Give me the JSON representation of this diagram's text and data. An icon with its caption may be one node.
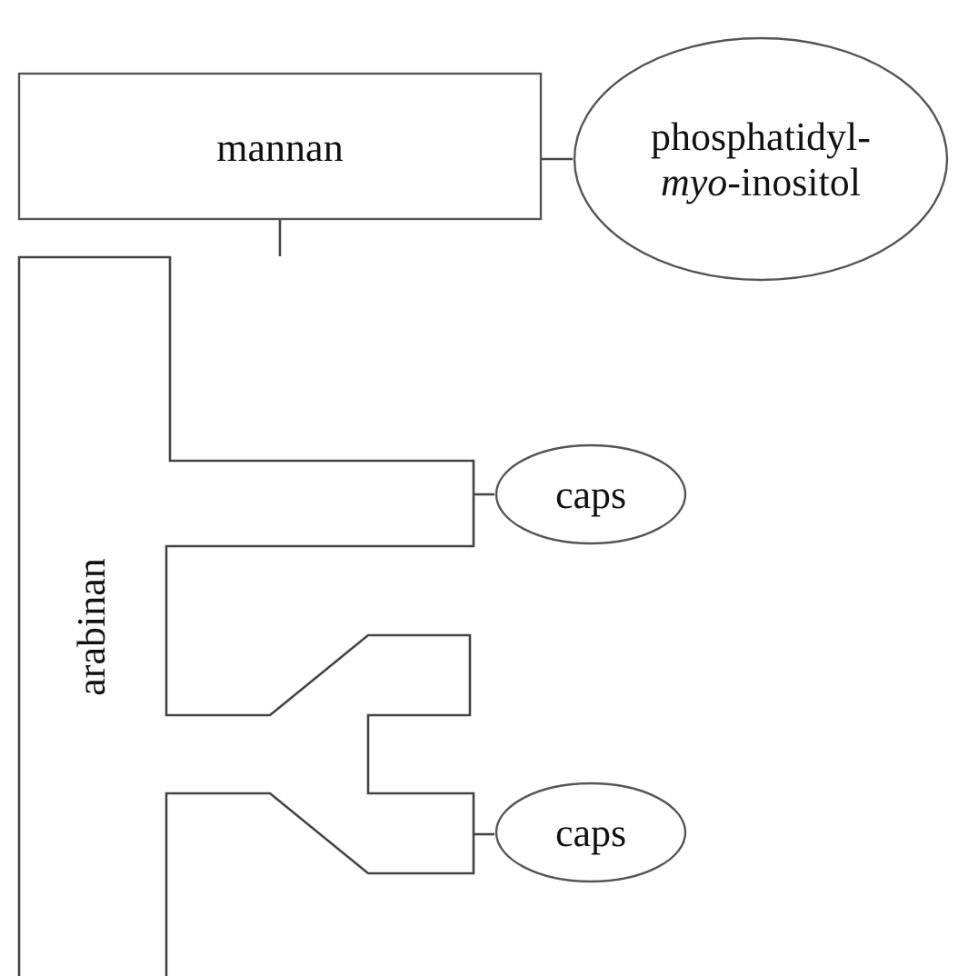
{
  "diagram": {
    "nodes": [
      {
        "text": [
          "mannan"
        ]
      },
      {
        "text": [
          "phosphatidyl-*myo*-inositol"
        ]
      },
      {
        "text": [
          "arabinan"
        ]
      },
      {
        "text": [
          "caps"
        ]
      },
      {
        "text": [
          "caps"
        ]
      }
    ],
    "edges": [
      {
        "from": 0,
        "to": 1,
        "arrow": "none"
      },
      {
        "from": 0,
        "to": 2,
        "arrow": "none"
      },
      {
        "from": 2,
        "to": 3,
        "arrow": "none"
      },
      {
        "from": 2,
        "to": 4,
        "arrow": "none"
      }
    ]
  }
}
